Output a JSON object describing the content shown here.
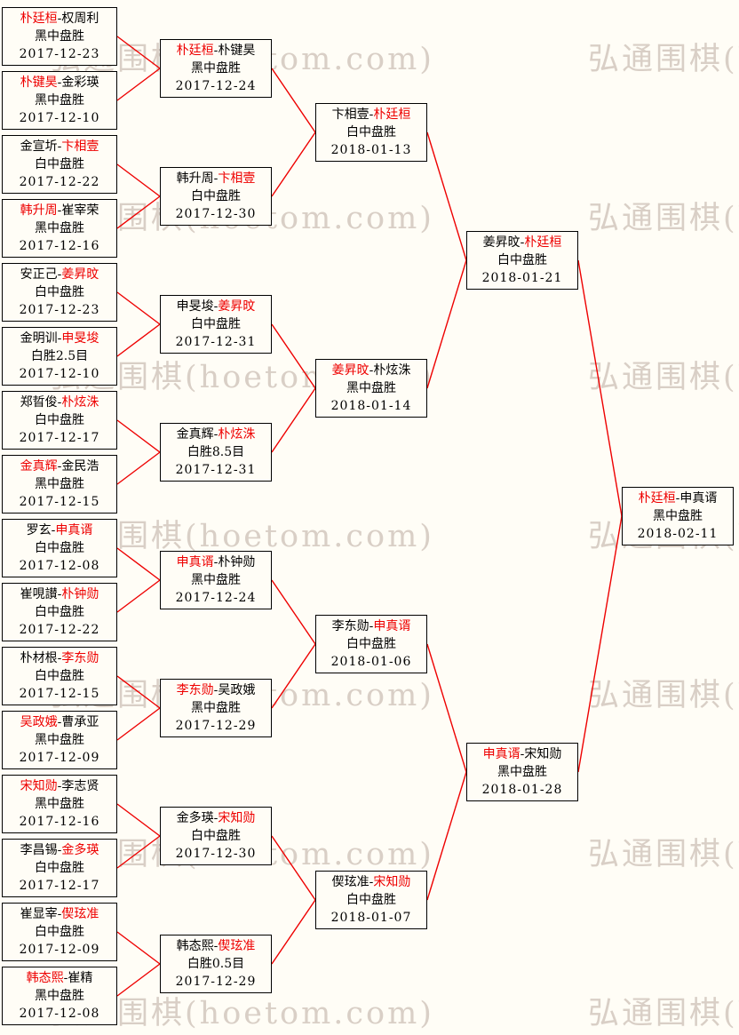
{
  "watermark": {
    "text": "弘通围棋(hoetom.com)"
  },
  "separator": "-",
  "colors": {
    "win": "#ee0000",
    "line": "#ee0000",
    "border": "#000000",
    "background": "#fffdf6",
    "watermark": "#d9cfc6"
  },
  "rounds": [
    {
      "matches": [
        {
          "p1": "朴廷桓",
          "p2": "权周利",
          "winner": "p1",
          "result": "黑中盘胜",
          "date": "2017-12-23"
        },
        {
          "p1": "朴键昊",
          "p2": "金彩瑛",
          "winner": "p1",
          "result": "黑中盘胜",
          "date": "2017-12-10"
        },
        {
          "p1": "金宣圻",
          "p2": "卞相壹",
          "winner": "p2",
          "result": "白中盘胜",
          "date": "2017-12-22"
        },
        {
          "p1": "韩升周",
          "p2": "崔宰荣",
          "winner": "p1",
          "result": "黑中盘胜",
          "date": "2017-12-16"
        },
        {
          "p1": "安正己",
          "p2": "姜昇旼",
          "winner": "p2",
          "result": "白中盘胜",
          "date": "2017-12-23"
        },
        {
          "p1": "金明训",
          "p2": "申旻埈",
          "winner": "p2",
          "result": "白胜2.5目",
          "date": "2017-12-10"
        },
        {
          "p1": "郑晢俊",
          "p2": "朴炫洙",
          "winner": "p2",
          "result": "白中盘胜",
          "date": "2017-12-17"
        },
        {
          "p1": "金真辉",
          "p2": "金民浩",
          "winner": "p1",
          "result": "黑中盘胜",
          "date": "2017-12-15"
        },
        {
          "p1": "罗玄",
          "p2": "申真谞",
          "winner": "p2",
          "result": "白中盘胜",
          "date": "2017-12-08"
        },
        {
          "p1": "崔哯讃",
          "p2": "朴钟勋",
          "winner": "p2",
          "result": "白中盘胜",
          "date": "2017-12-22"
        },
        {
          "p1": "朴材根",
          "p2": "李东勋",
          "winner": "p2",
          "result": "白中盘胜",
          "date": "2017-12-15"
        },
        {
          "p1": "吴政娥",
          "p2": "曹承亚",
          "winner": "p1",
          "result": "黑中盘胜",
          "date": "2017-12-09"
        },
        {
          "p1": "宋知勋",
          "p2": "李志贤",
          "winner": "p1",
          "result": "黑中盘胜",
          "date": "2017-12-16"
        },
        {
          "p1": "李昌锡",
          "p2": "金多瑛",
          "winner": "p2",
          "result": "白中盘胜",
          "date": "2017-12-17"
        },
        {
          "p1": "崔显宰",
          "p2": "偰玹准",
          "winner": "p2",
          "result": "白中盘胜",
          "date": "2017-12-09"
        },
        {
          "p1": "韩态熙",
          "p2": "崔精",
          "winner": "p1",
          "result": "黑中盘胜",
          "date": "2017-12-08"
        }
      ]
    },
    {
      "matches": [
        {
          "p1": "朴廷桓",
          "p2": "朴键昊",
          "winner": "p1",
          "result": "黑中盘胜",
          "date": "2017-12-24"
        },
        {
          "p1": "韩升周",
          "p2": "卞相壹",
          "winner": "p2",
          "result": "白中盘胜",
          "date": "2017-12-30"
        },
        {
          "p1": "申旻埈",
          "p2": "姜昇旼",
          "winner": "p2",
          "result": "白中盘胜",
          "date": "2017-12-31"
        },
        {
          "p1": "金真辉",
          "p2": "朴炫洙",
          "winner": "p2",
          "result": "白胜8.5目",
          "date": "2017-12-31"
        },
        {
          "p1": "申真谞",
          "p2": "朴钟勋",
          "winner": "p1",
          "result": "黑中盘胜",
          "date": "2017-12-24"
        },
        {
          "p1": "李东勋",
          "p2": "吴政娥",
          "winner": "p1",
          "result": "黑中盘胜",
          "date": "2017-12-29"
        },
        {
          "p1": "金多瑛",
          "p2": "宋知勋",
          "winner": "p2",
          "result": "白中盘胜",
          "date": "2017-12-30"
        },
        {
          "p1": "韩态熙",
          "p2": "偰玹准",
          "winner": "p2",
          "result": "白胜0.5目",
          "date": "2017-12-29"
        }
      ]
    },
    {
      "matches": [
        {
          "p1": "卞相壹",
          "p2": "朴廷桓",
          "winner": "p2",
          "result": "白中盘胜",
          "date": "2018-01-13"
        },
        {
          "p1": "姜昇旼",
          "p2": "朴炫洙",
          "winner": "p1",
          "result": "黑中盘胜",
          "date": "2018-01-14"
        },
        {
          "p1": "李东勋",
          "p2": "申真谞",
          "winner": "p2",
          "result": "白中盘胜",
          "date": "2018-01-06"
        },
        {
          "p1": "偰玹准",
          "p2": "宋知勋",
          "winner": "p2",
          "result": "白中盘胜",
          "date": "2018-01-07"
        }
      ]
    },
    {
      "matches": [
        {
          "p1": "姜昇旼",
          "p2": "朴廷桓",
          "winner": "p2",
          "result": "白中盘胜",
          "date": "2018-01-21"
        },
        {
          "p1": "申真谞",
          "p2": "宋知勋",
          "winner": "p1",
          "result": "黑中盘胜",
          "date": "2018-01-28"
        }
      ]
    },
    {
      "matches": [
        {
          "p1": "朴廷桓",
          "p2": "申真谞",
          "winner": "p1",
          "result": "黑中盘胜",
          "date": "2018-02-11"
        }
      ]
    }
  ]
}
